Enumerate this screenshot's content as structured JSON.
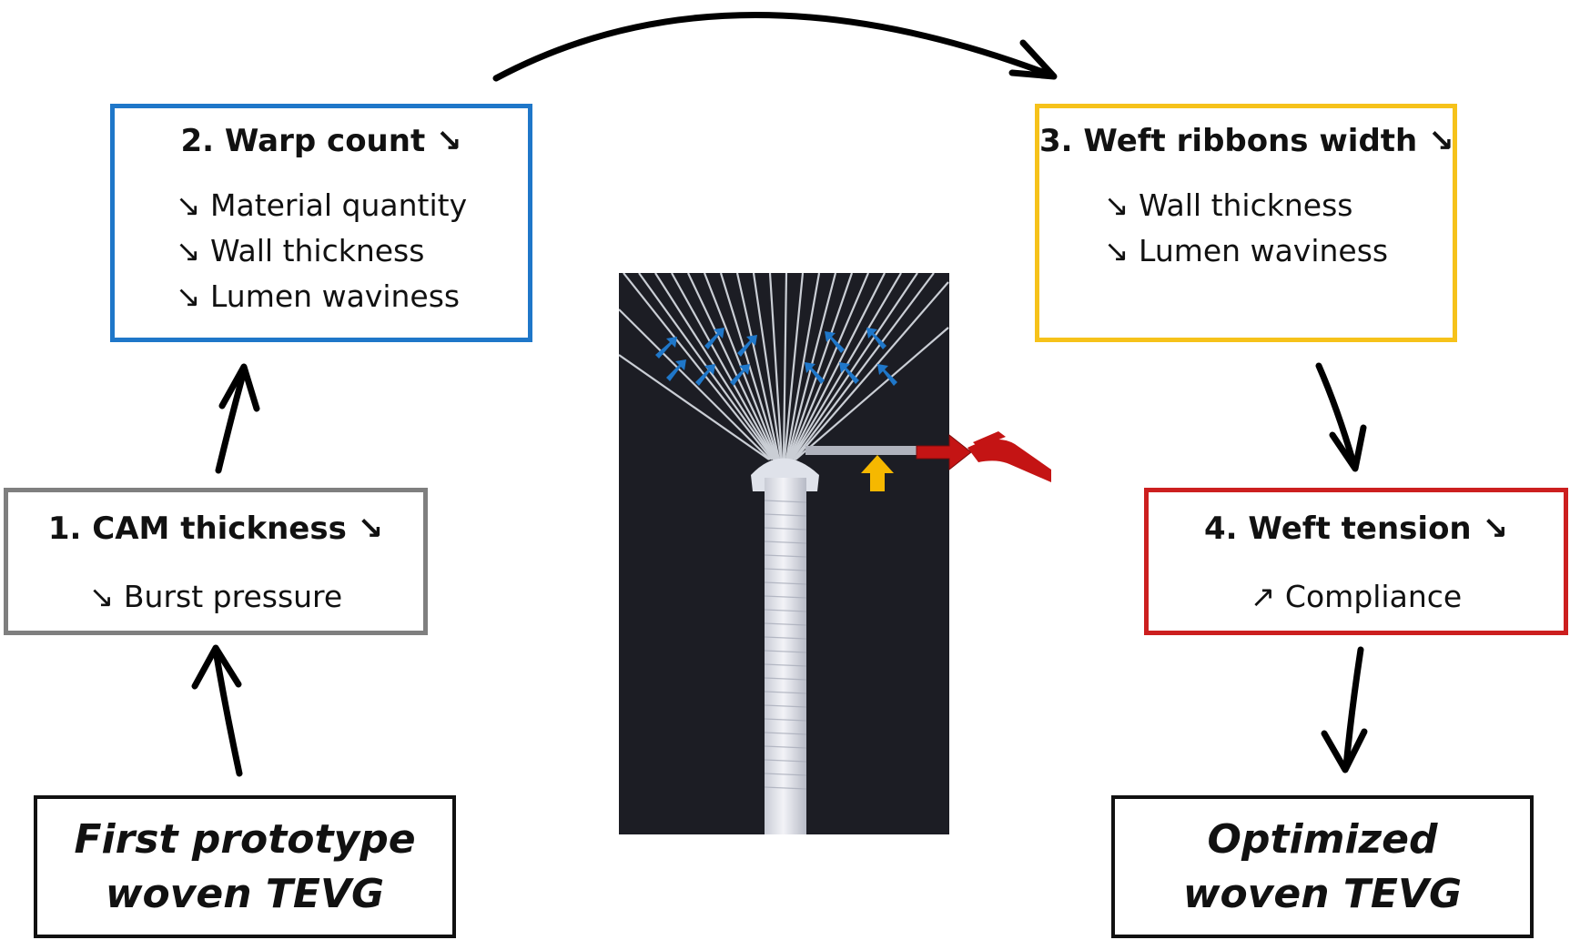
{
  "steps": {
    "step1": {
      "title": "1. CAM thickness ↘",
      "items": [
        "↘ Burst pressure"
      ],
      "color": "#7f7f7f"
    },
    "step2": {
      "title": "2. Warp count ↘",
      "items": [
        "↘ Material quantity",
        "↘ Wall thickness",
        "↘ Lumen waviness"
      ],
      "color": "#1f77c9"
    },
    "step3": {
      "title": "3. Weft ribbons width ↘",
      "items": [
        "↘ Wall thickness",
        "↘ Lumen waviness"
      ],
      "color": "#f6c21a"
    },
    "step4": {
      "title": "4. Weft tension ↘",
      "items": [
        "↗ Compliance"
      ],
      "color": "#cc1f1f"
    }
  },
  "start": {
    "line1": "First prototype",
    "line2": "woven TEVG"
  },
  "end": {
    "line1": "Optimized",
    "line2": "woven TEVG"
  },
  "marker_colors": {
    "warp_markers": "#1f77c9",
    "weft_marker": "#f6b800",
    "tension_marker": "#c41414"
  }
}
